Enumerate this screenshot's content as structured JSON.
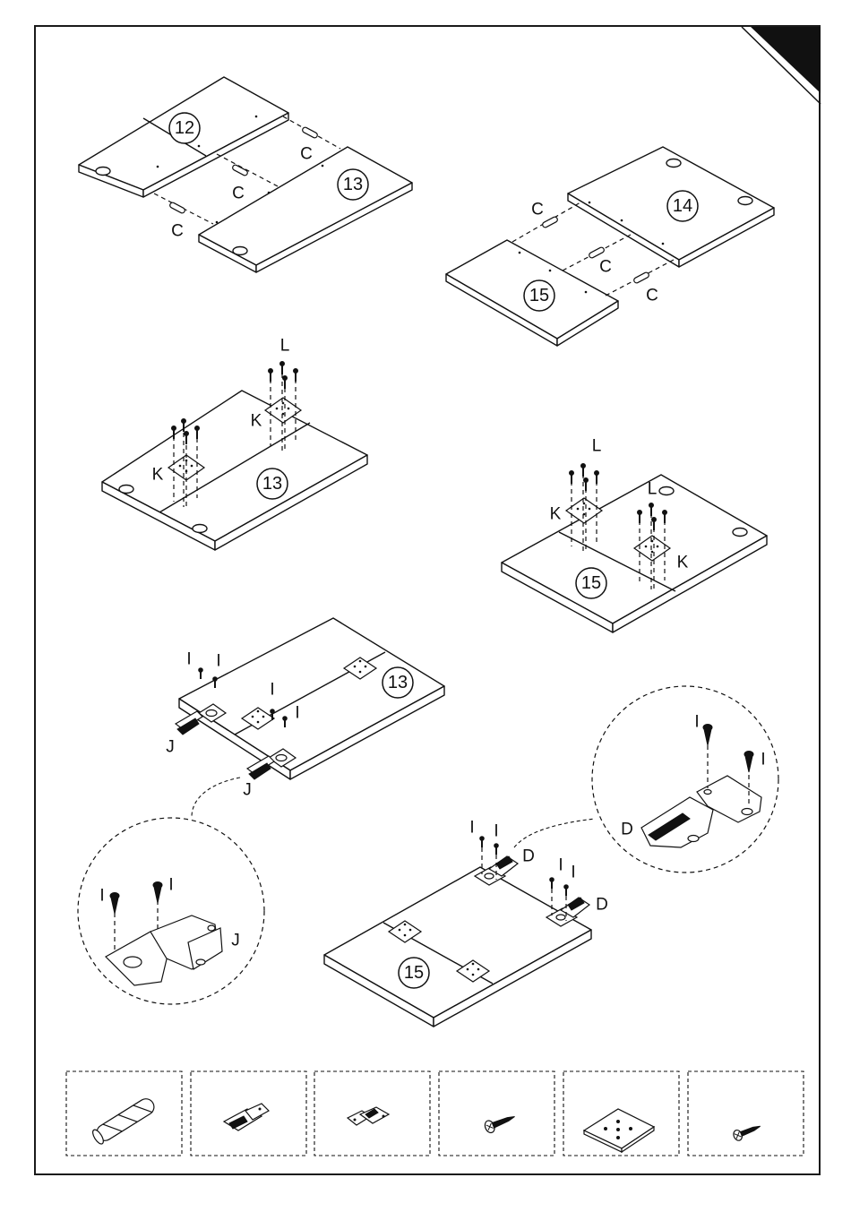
{
  "panels": {
    "p12": "12",
    "p13": "13",
    "p14": "14",
    "p15": "15"
  },
  "labels": {
    "dowel": "C",
    "mount_plate": "K",
    "plate_screw": "L",
    "hinge_j": "J",
    "hinge_d": "D",
    "hinge_screw": "I"
  },
  "parts_boxes": [
    {
      "icon": "dowel-icon"
    },
    {
      "icon": "hinge-j-icon"
    },
    {
      "icon": "hinge-d-icon"
    },
    {
      "icon": "screw-icon"
    },
    {
      "icon": "mounting-plate-icon"
    },
    {
      "icon": "small-screw-icon"
    }
  ]
}
